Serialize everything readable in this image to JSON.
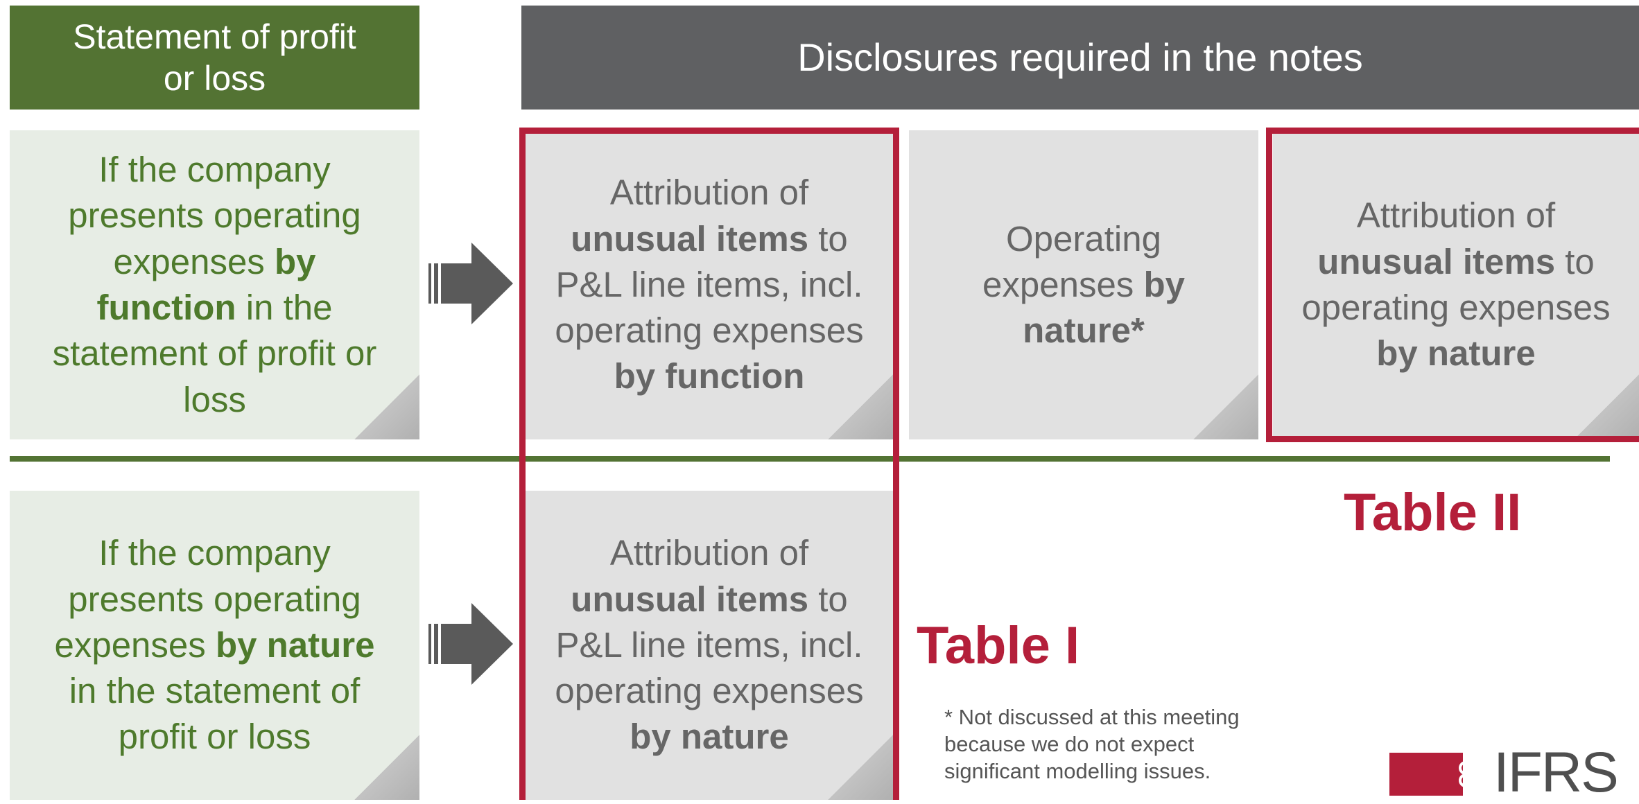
{
  "headers": {
    "statement": "Statement of profit or loss",
    "disclosures": "Disclosures required in the notes"
  },
  "rows": [
    {
      "left": {
        "pre": "If the company presents operating expenses ",
        "bold": "by function",
        "post": " in the statement of profit or loss"
      }
    },
    {
      "left": {
        "pre": "If the company presents operating expenses ",
        "bold": "by nature",
        "post": " in the statement of profit or loss"
      }
    }
  ],
  "cards": {
    "c1": {
      "pre": "Attribution of ",
      "bold1": "unusual items",
      "mid": " to P&L line items, incl. operating expenses ",
      "bold2": "by function"
    },
    "c2": {
      "pre": "Operating expenses ",
      "bold1": "by nature*"
    },
    "c3": {
      "pre": "Attribution of ",
      "bold1": "unusual items",
      "mid": " to operating expenses ",
      "bold2": "by nature"
    },
    "c4": {
      "pre": "Attribution of ",
      "bold1": "unusual items",
      "mid": " to P&L line items, incl. operating expenses ",
      "bold2": "by nature"
    }
  },
  "labels": {
    "table1": "Table I",
    "table2": "Table II"
  },
  "footnote": "* Not discussed at this meeting because we do not expect significant modelling issues.",
  "logo": {
    "text": "IFRS"
  },
  "colors": {
    "green": "#537333",
    "grey": "#5f6062",
    "red": "#b41f3a"
  }
}
